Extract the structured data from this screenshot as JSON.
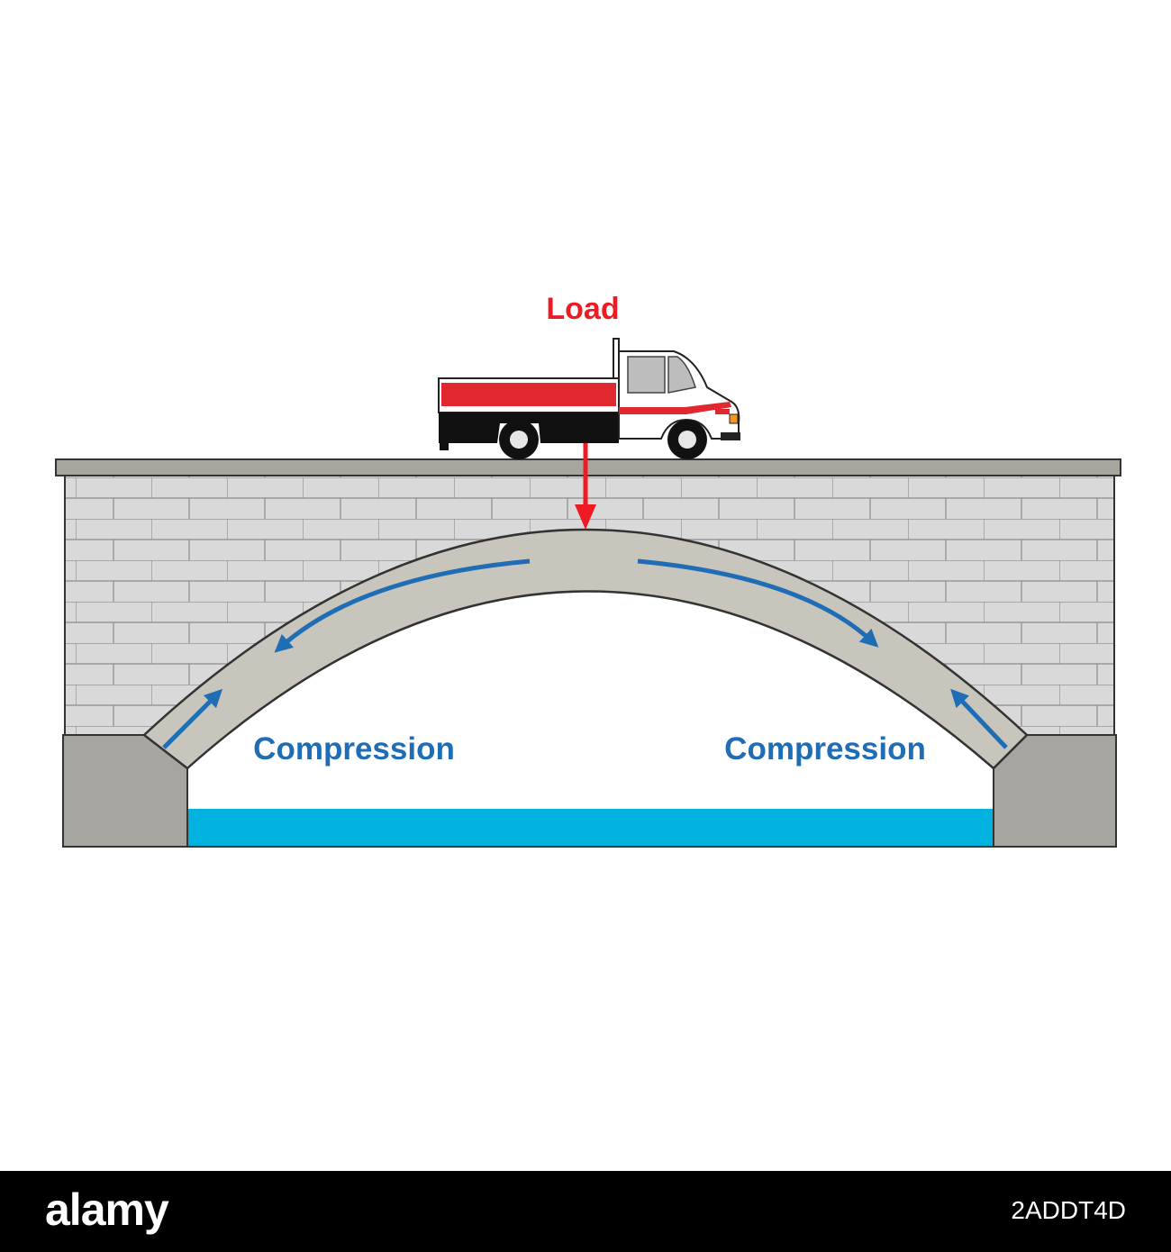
{
  "labels": {
    "load": "Load",
    "compression_left": "Compression",
    "compression_right": "Compression"
  },
  "watermark": {
    "logo": "alamy",
    "image_id": "2ADDT4D"
  },
  "colors": {
    "load": "#ed1c24",
    "compression": "#1f6db5",
    "water": "#00b2dd",
    "brick": "#d9d9d9",
    "arch": "#c8c5bd",
    "abutment": "#a6a59f",
    "deck": "#a6a69f"
  }
}
